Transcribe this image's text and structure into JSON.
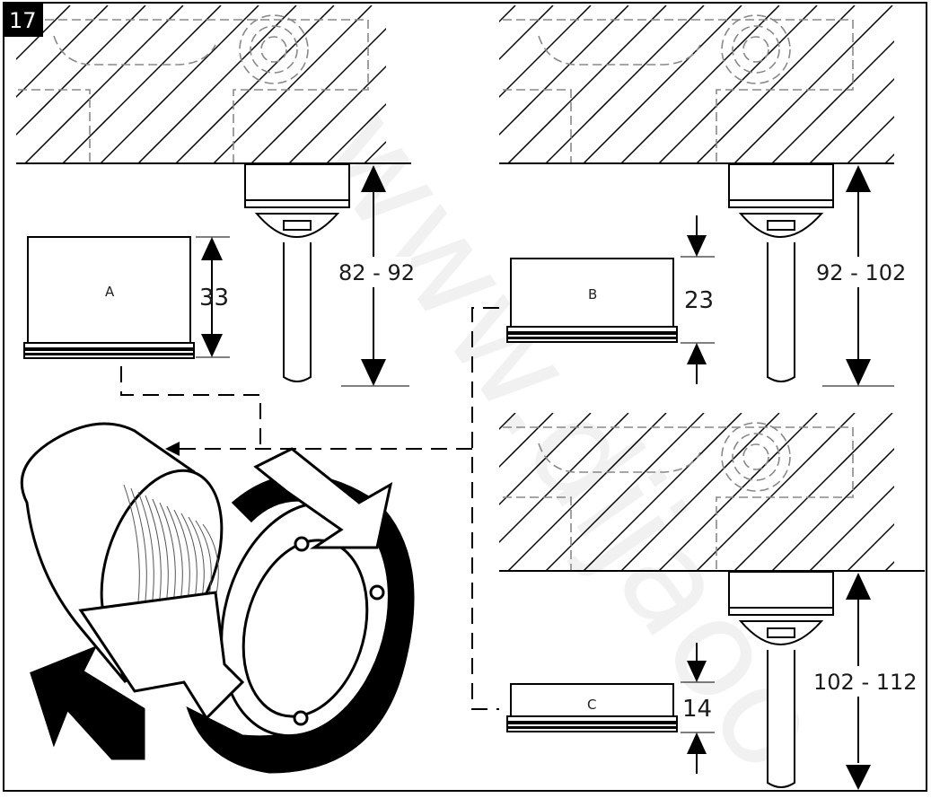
{
  "step": "17",
  "panels": [
    {
      "dimension": "82 - 92",
      "insert_label": "A",
      "insert_height": "33"
    },
    {
      "dimension": "92 - 102",
      "insert_label": "B",
      "insert_height": "23"
    },
    {
      "dimension": "102 - 112",
      "insert_label": "C",
      "insert_height": "14"
    }
  ],
  "watermark": "www.dijaoo"
}
